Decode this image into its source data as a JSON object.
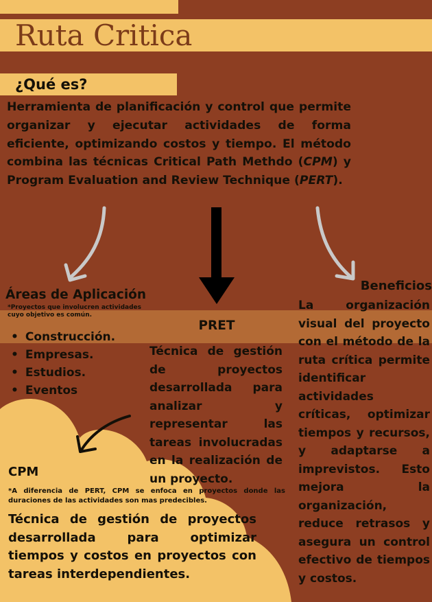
{
  "title": "Ruta Critica",
  "que_es": {
    "heading": "¿Qué es?",
    "text_before_cpm": "Herramienta de planificación y control que permite organizar y ejecutar actividades de forma eficiente, optimizando costos y tiempo. El método combina las técnicas Critical Path Methdo (",
    "cpm_abbr": "CPM",
    "text_middle": ") y Program Evaluation and Review Technique (",
    "pert_abbr": "PERT",
    "text_end": ")."
  },
  "areas": {
    "heading": "Áreas de Aplicación",
    "note": "*Proyectos que involucren actividades cuyo objetivo es común.",
    "items": [
      "Construcción.",
      "Empresas.",
      "Estudios.",
      "Eventos"
    ]
  },
  "pret": {
    "heading": "PRET",
    "text": "Técnica de gestión de proyectos desarrollada para analizar y representar las tareas involucradas en la realización de un proyecto."
  },
  "beneficios": {
    "heading": "Beneficios",
    "text": "La organización visual del proyecto con el método de la ruta crítica permite identificar actividades críticas, optimizar tiempos y recursos, y adaptarse a imprevistos. Esto mejora la organización, reduce retrasos y asegura un control efectivo de tiempos y costos."
  },
  "cpm": {
    "heading": "CPM",
    "note": "*A diferencia de PERT, CPM se enfoca en proyectos donde las duraciones de las actividades son mas predecibles.",
    "text": "Técnica de gestión de proyectos desarrollada para optimizar tiempos y costos en proyectos con tareas interdependientes."
  },
  "colors": {
    "background": "#8d3e22",
    "accent": "#f3c267",
    "band": "#b36a35",
    "title_text": "#7b3b19",
    "arrow_gray": "#c9c9c9",
    "arrow_black": "#000000"
  }
}
